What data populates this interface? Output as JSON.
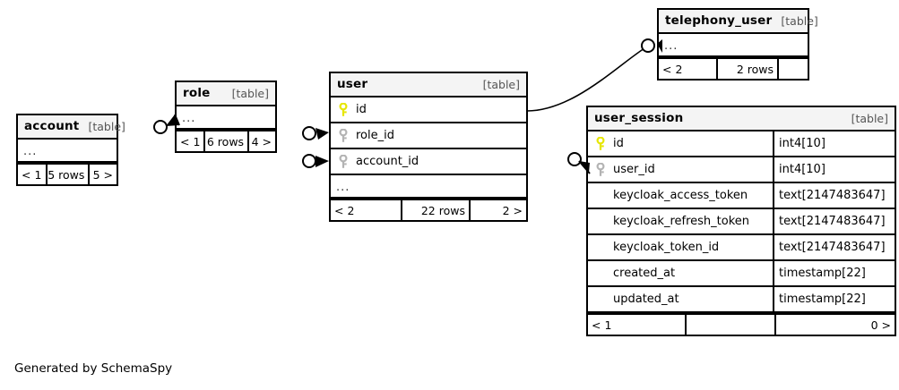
{
  "diagram": {
    "title": "SchemaSpy entity relationship diagram",
    "footnote": "Generated by SchemaSpy",
    "colors": {
      "primary_key": "#e6e600",
      "foreign_key": "#b3b3b3",
      "border": "#000000",
      "header_background": "#f4f4f4",
      "background": "#ffffff"
    }
  },
  "tables": {
    "account": {
      "name": "account",
      "kind": "[table]",
      "ellipsis": "...",
      "footer": {
        "left": "< 1",
        "middle": "5 rows",
        "right": "5 >"
      }
    },
    "role": {
      "name": "role",
      "kind": "[table]",
      "ellipsis": "...",
      "footer": {
        "left": "< 1",
        "middle": "6 rows",
        "right": "4 >"
      }
    },
    "user": {
      "name": "user",
      "kind": "[table]",
      "ellipsis": "...",
      "columns": [
        {
          "name": "id",
          "key": "primary"
        },
        {
          "name": "role_id",
          "key": "foreign"
        },
        {
          "name": "account_id",
          "key": "foreign"
        }
      ],
      "footer": {
        "left": "< 2",
        "middle": "22 rows",
        "right": "2 >"
      }
    },
    "telephony_user": {
      "name": "telephony_user",
      "kind": "[table]",
      "ellipsis": "...",
      "footer": {
        "left": "< 2",
        "middle": "2 rows",
        "right": ""
      }
    },
    "user_session": {
      "name": "user_session",
      "kind": "[table]",
      "columns": [
        {
          "name": "id",
          "type": "int4[10]",
          "key": "primary"
        },
        {
          "name": "user_id",
          "type": "int4[10]",
          "key": "foreign"
        },
        {
          "name": "keycloak_access_token",
          "type": "text[2147483647]",
          "key": "none"
        },
        {
          "name": "keycloak_refresh_token",
          "type": "text[2147483647]",
          "key": "none"
        },
        {
          "name": "keycloak_token_id",
          "type": "text[2147483647]",
          "key": "none"
        },
        {
          "name": "created_at",
          "type": "timestamp[22]",
          "key": "none"
        },
        {
          "name": "updated_at",
          "type": "timestamp[22]",
          "key": "none"
        }
      ],
      "footer": {
        "left": "< 1",
        "middle": "",
        "right": "0 >"
      }
    }
  }
}
